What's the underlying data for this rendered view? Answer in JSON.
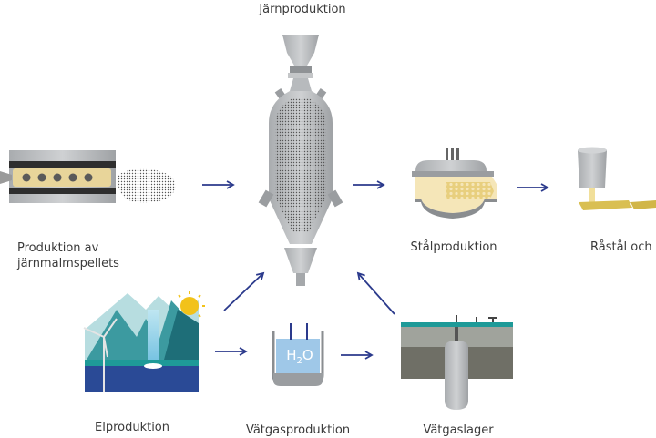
{
  "nodes": {
    "iron": {
      "label": "Järnproduktion"
    },
    "pellets": {
      "lines": [
        "Produktion av",
        "järnmalmspellets"
      ]
    },
    "steel": {
      "label": "Stålproduktion"
    },
    "raw": {
      "label": "Råstål och ä"
    },
    "power": {
      "label": "Elproduktion"
    },
    "hydrogen": {
      "label": "Vätgasproduktion",
      "formula_main": "H",
      "formula_sub": "2",
      "formula_end": "O"
    },
    "storage": {
      "label": "Vätgaslager"
    }
  },
  "colors": {
    "arrow": "#2b3a8c",
    "gold": "#e8d59a",
    "steel_grey": "#b5b8bb",
    "sea_blue": "#2a4a96",
    "teal": "#1e9a98",
    "sun": "#f2c21a"
  }
}
